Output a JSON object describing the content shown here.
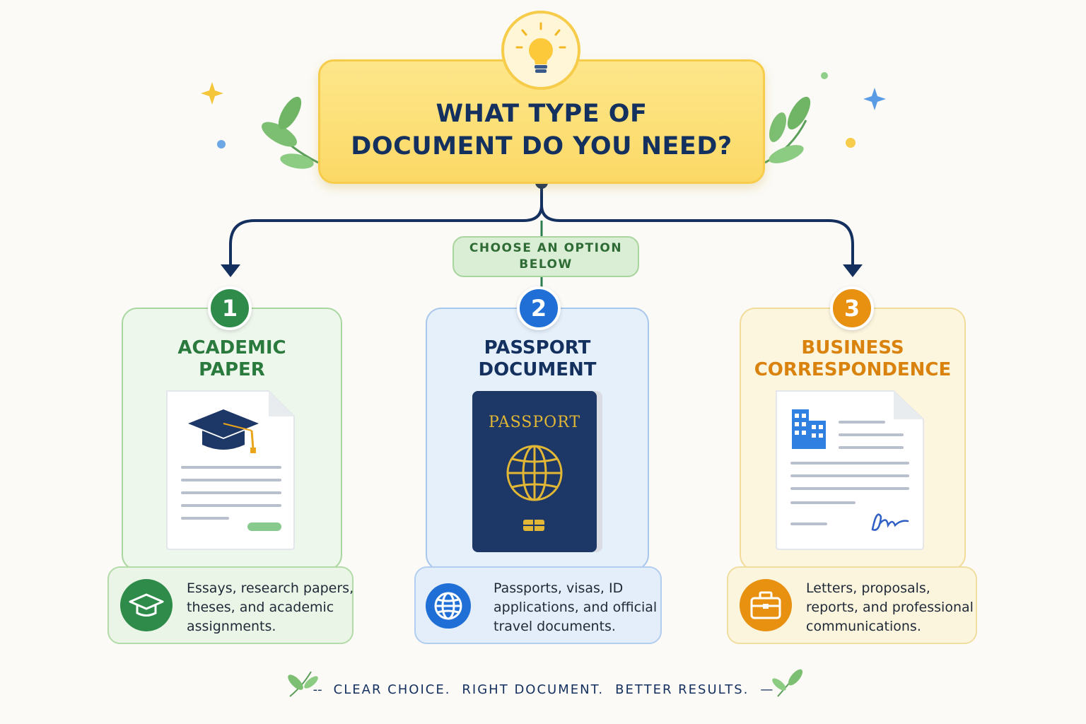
{
  "title": {
    "line1": "WHAT TYPE OF",
    "line2": "DOCUMENT DO YOU NEED?"
  },
  "choose": {
    "line1": "CHOOSE AN OPTION",
    "line2": "BELOW"
  },
  "options": [
    {
      "number": "1",
      "title_line1": "ACADEMIC",
      "title_line2": "PAPER",
      "desc_lines": [
        "Essays, research papers,",
        "theses, and academic",
        "assignments."
      ],
      "accent": "#2e8b4a",
      "icon": "graduation-cap-icon"
    },
    {
      "number": "2",
      "title_line1": "PASSPORT",
      "title_line2": "DOCUMENT",
      "passport_label": "PASSPORT",
      "desc_lines": [
        "Passports, visas, ID",
        "applications, and official",
        "travel documents."
      ],
      "accent": "#1f6fd6",
      "icon": "globe-icon"
    },
    {
      "number": "3",
      "title_line1": "BUSINESS",
      "title_line2": "CORRESPONDENCE",
      "desc_lines": [
        "Letters, proposals,",
        "reports, and professional",
        "communications."
      ],
      "accent": "#e8900f",
      "icon": "briefcase-icon"
    }
  ],
  "footer": {
    "left_dash": "--",
    "parts": [
      "CLEAR CHOICE.",
      "RIGHT DOCUMENT.",
      "BETTER RESULTS."
    ],
    "right_dash": "—"
  },
  "colors": {
    "navy": "#14305f",
    "title_bg": "#fcd966",
    "green": "#2e8b4a",
    "blue": "#1f6fd6",
    "orange": "#e8900f"
  }
}
